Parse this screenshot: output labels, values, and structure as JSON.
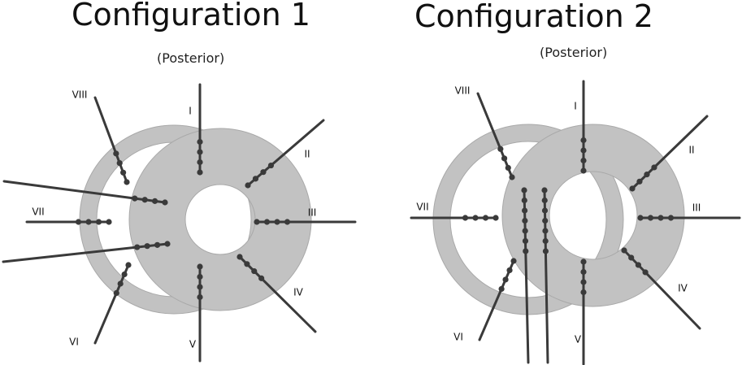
{
  "configurations": [
    {
      "title": "Configuration 1",
      "subtitle": "(Posterior)",
      "electrodes": [
        "I",
        "II",
        "III",
        "IV",
        "V",
        "VI",
        "VII",
        "VIII"
      ]
    },
    {
      "title": "Configuration 2",
      "subtitle": "(Posterior)",
      "electrodes": [
        "I",
        "II",
        "III",
        "IV",
        "V",
        "VI",
        "VII",
        "VIII"
      ]
    }
  ],
  "colors": {
    "ring": "#c2c2c2",
    "ring_stroke": "#a9a9a9",
    "lead": "#3a3a3a"
  }
}
